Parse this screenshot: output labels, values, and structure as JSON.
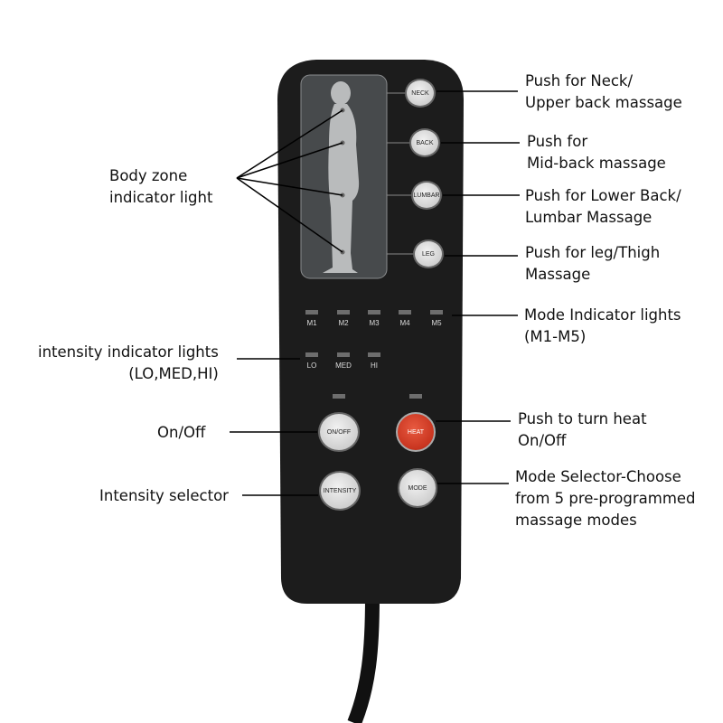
{
  "remote": {
    "zone_buttons": [
      "NECK",
      "BACK",
      "LUMBAR",
      "LEG"
    ],
    "mode_leds": [
      "M1",
      "M2",
      "M3",
      "M4",
      "M5"
    ],
    "intensity_leds": [
      "LO",
      "MED",
      "HI"
    ],
    "buttons": {
      "onoff": "ON/OFF",
      "heat": "HEAT",
      "intensity": "INTENSITY",
      "mode": "MODE"
    },
    "colors": {
      "body": "#1c1c1c",
      "heat": "#c8341f"
    }
  },
  "callouts": {
    "neck": [
      "Push for Neck/",
      "Upper back massage"
    ],
    "back": [
      "Push for",
      "Mid-back massage"
    ],
    "lumbar": [
      "Push for Lower Back/",
      "Lumbar Massage"
    ],
    "leg": [
      "Push for leg/Thigh",
      "Massage"
    ],
    "mode_lights": [
      "Mode Indicator lights",
      "(M1-M5)"
    ],
    "heat": [
      "Push to turn heat",
      "On/Off"
    ],
    "mode_selector": [
      "Mode Selector-Choose",
      "from 5 pre-programmed",
      "massage modes"
    ],
    "body_zone": [
      "Body zone",
      "indicator light"
    ],
    "intensity_lights": [
      "intensity indicator lights",
      "(LO,MED,HI)"
    ],
    "onoff": "On/Off",
    "intensity_selector": "Intensity selector"
  }
}
